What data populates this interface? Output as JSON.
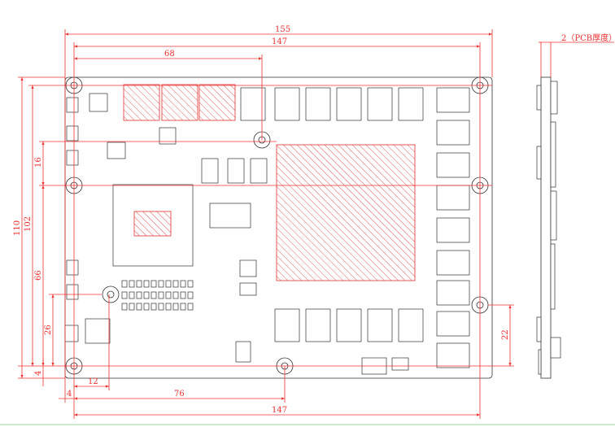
{
  "drawing": {
    "dimensions": {
      "overall_width": "155",
      "hole_span_top": "147",
      "hole_to_center_hole": "68",
      "overall_height": "110",
      "hole_span_vertical": "102",
      "offset_16": "16",
      "offset_66": "66",
      "offset_26": "26",
      "edge_offset_left": "4",
      "edge_offset_bottom": "4",
      "offset_12": "12",
      "offset_76": "76",
      "hole_span_bottom": "147",
      "offset_22": "22",
      "pcb_thickness": "2（PCB厚度）"
    },
    "colors": {
      "dimension": "#f03030",
      "outline": "#333333"
    }
  }
}
